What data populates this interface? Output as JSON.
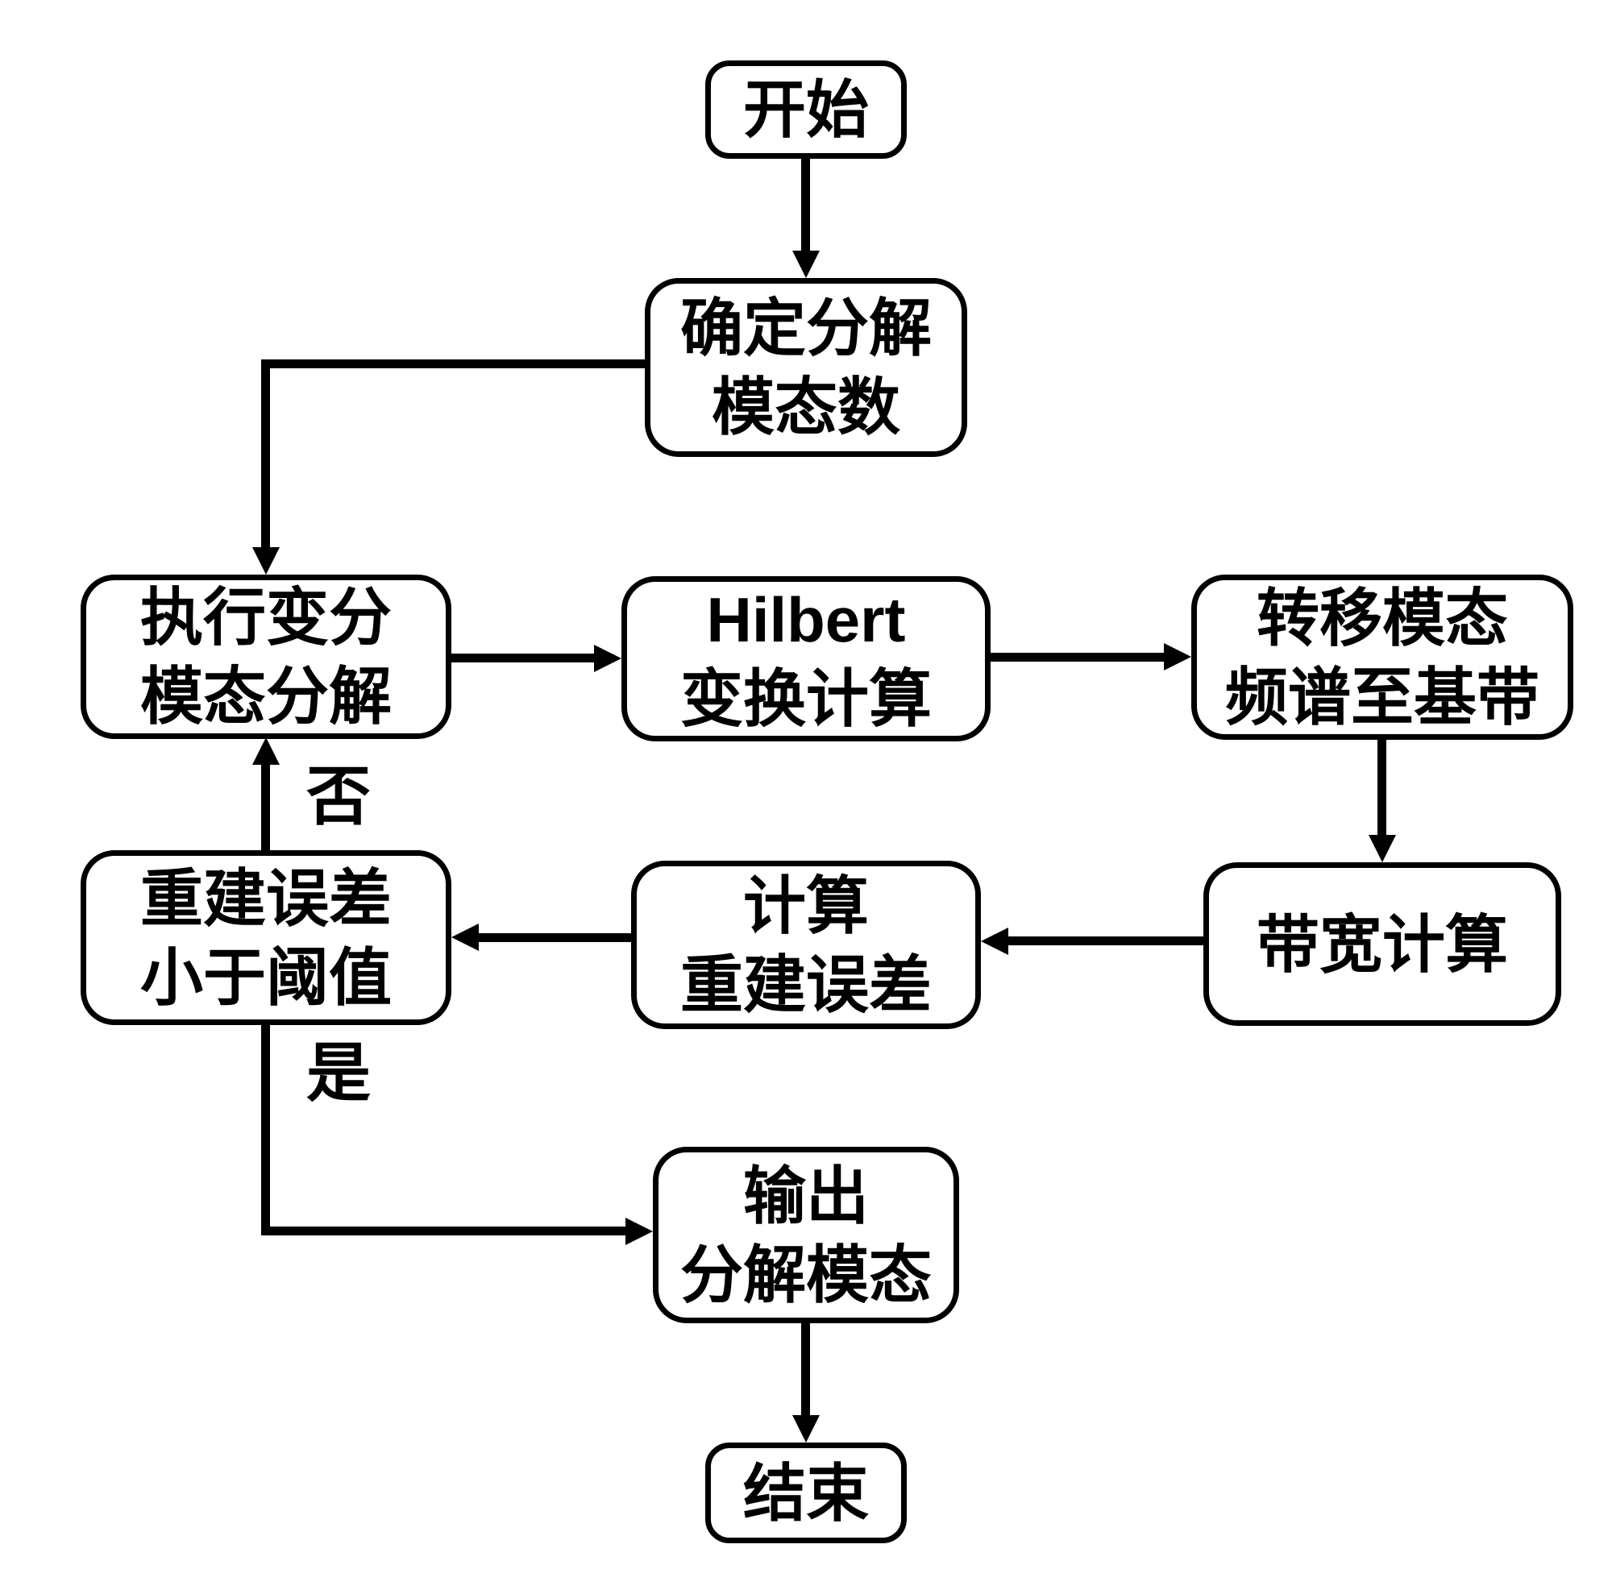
{
  "diagram": {
    "type": "flowchart",
    "colors": {
      "stroke": "#000000",
      "box_fill": "#ffffff",
      "background": "#ffffff",
      "text": "#000000"
    },
    "nodes": {
      "start": {
        "line1": "开始"
      },
      "determine": {
        "line1": "确定分解",
        "line2": "模态数"
      },
      "vmd": {
        "line1": "执行变分",
        "line2": "模态分解"
      },
      "hilbert": {
        "line1": "Hilbert",
        "line2": "变换计算"
      },
      "shift": {
        "line1": "转移模态",
        "line2": "频谱至基带"
      },
      "bandwidth": {
        "line1": "带宽计算"
      },
      "recon_error": {
        "line1": "计算",
        "line2": "重建误差"
      },
      "threshold": {
        "line1": "重建误差",
        "line2": "小于阈值"
      },
      "output": {
        "line1": "输出",
        "line2": "分解模态"
      },
      "end": {
        "line1": "结束"
      }
    },
    "edge_labels": {
      "no": "否",
      "yes": "是"
    },
    "edges": [
      {
        "from": "start",
        "to": "determine",
        "label": ""
      },
      {
        "from": "determine",
        "to": "vmd",
        "label": ""
      },
      {
        "from": "vmd",
        "to": "hilbert",
        "label": ""
      },
      {
        "from": "hilbert",
        "to": "shift",
        "label": ""
      },
      {
        "from": "shift",
        "to": "bandwidth",
        "label": ""
      },
      {
        "from": "bandwidth",
        "to": "recon_error",
        "label": ""
      },
      {
        "from": "recon_error",
        "to": "threshold",
        "label": ""
      },
      {
        "from": "threshold",
        "to": "vmd",
        "label": "否"
      },
      {
        "from": "threshold",
        "to": "output",
        "label": "是"
      },
      {
        "from": "output",
        "to": "end",
        "label": ""
      }
    ]
  }
}
